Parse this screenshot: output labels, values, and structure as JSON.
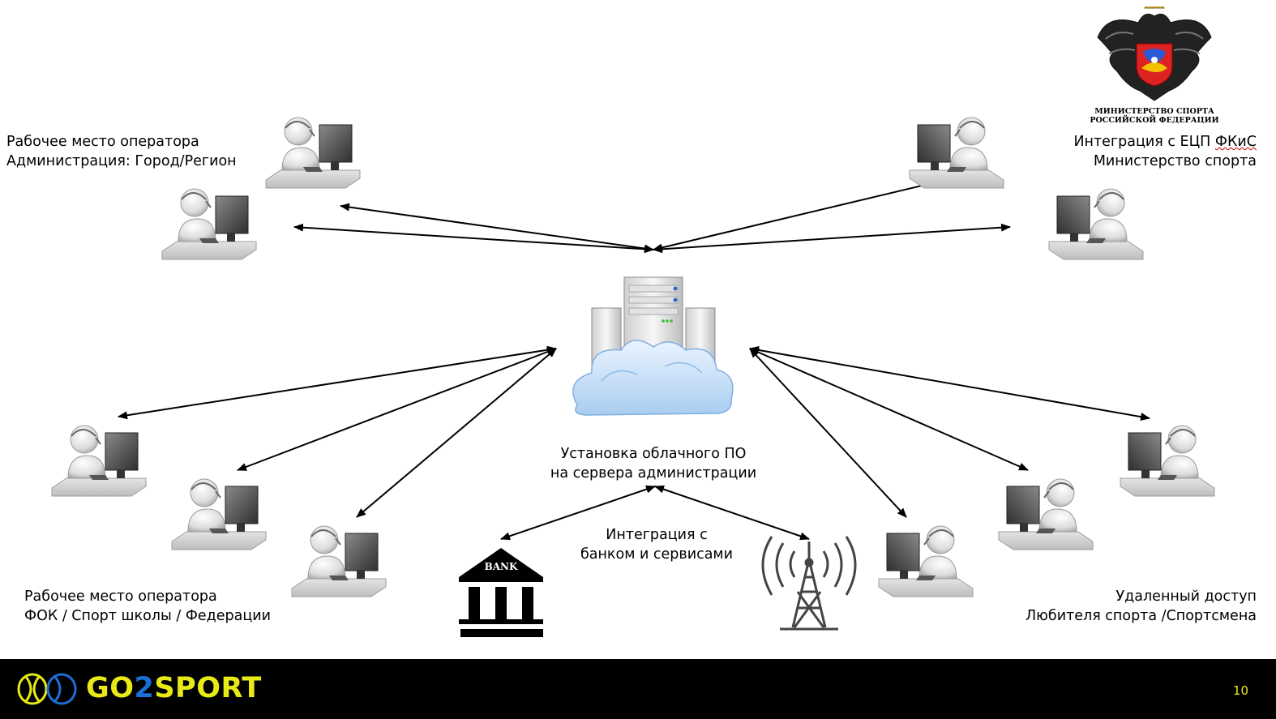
{
  "labels": {
    "top_left_line1": "Рабочее место оператора",
    "top_left_line2": "Администрация: Город/Регион",
    "top_right_line1_a": "Интеграция с ЕЦП ",
    "top_right_line1_b": "ФКиС",
    "top_right_line2": "Министерство спорта",
    "cloud_line1": "Установка облачного ПО",
    "cloud_line2": "на сервера администрации",
    "bank_line1": "Интеграция с",
    "bank_line2": "банком и сервисами",
    "bottom_left_line1": "Рабочее место оператора",
    "bottom_left_line2": "ФОК / Спорт школы / Федерации",
    "bottom_right_line1": "Удаленный доступ",
    "bottom_right_line2": "Любителя спорта /Спортсмена"
  },
  "ministry": {
    "line1": "МИНИСТЕРСТВО СПОРТА",
    "line2": "РОССИЙСКОЙ ФЕДЕРАЦИИ"
  },
  "bank_sign": "BANK",
  "footer": {
    "brand_a": "GO",
    "brand_b": "2",
    "brand_c": "SPORT",
    "page_number": "10"
  },
  "colors": {
    "brand_yellow": "#e8ea16",
    "brand_blue": "#1b6fd6",
    "footer_bg": "#000000"
  }
}
